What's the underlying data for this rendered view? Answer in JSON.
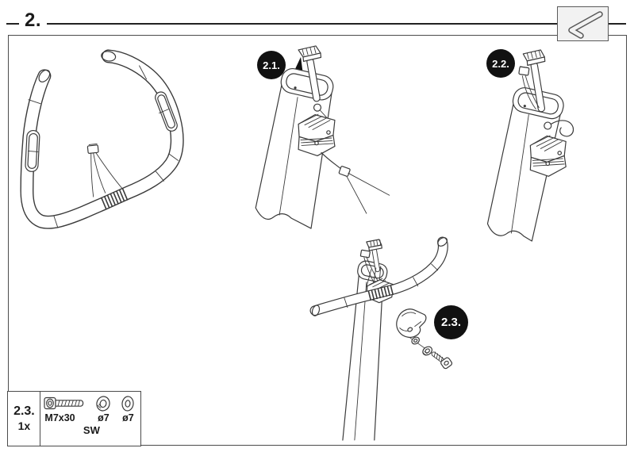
{
  "header": {
    "step_label": "2."
  },
  "tool_box": {
    "tool_icon": "allen-key-icon"
  },
  "steps": [
    {
      "badge": "2.1.",
      "icons": [
        "arrow-up-icon",
        "console-mast-icon",
        "cable-clamp-icon",
        "cable-tie-icon"
      ]
    },
    {
      "badge": "2.2.",
      "icons": [
        "console-mast-icon",
        "cable-clamp-icon"
      ]
    },
    {
      "badge": "2.3.",
      "icons": [
        "handlebar-icon",
        "clamp-shell-icon",
        "flat-washer-icon",
        "spring-washer-icon",
        "bolt-icon"
      ]
    }
  ],
  "parts_box": {
    "step_ref": "2.3.",
    "quantity": "1x",
    "parts": [
      {
        "icon": "bolt-icon",
        "label": "M7x30"
      },
      {
        "icon": "spring-washer-icon",
        "label": "ø7"
      },
      {
        "icon": "flat-washer-icon",
        "label": "ø7"
      }
    ],
    "footer_label": "SW"
  },
  "colors": {
    "page_bg": "#ffffff",
    "line": "#3a3a3a",
    "border": "#4b4b4b",
    "badge_bg": "#111111",
    "badge_text": "#ffffff",
    "tool_box_bg": "#f2f2f2"
  }
}
